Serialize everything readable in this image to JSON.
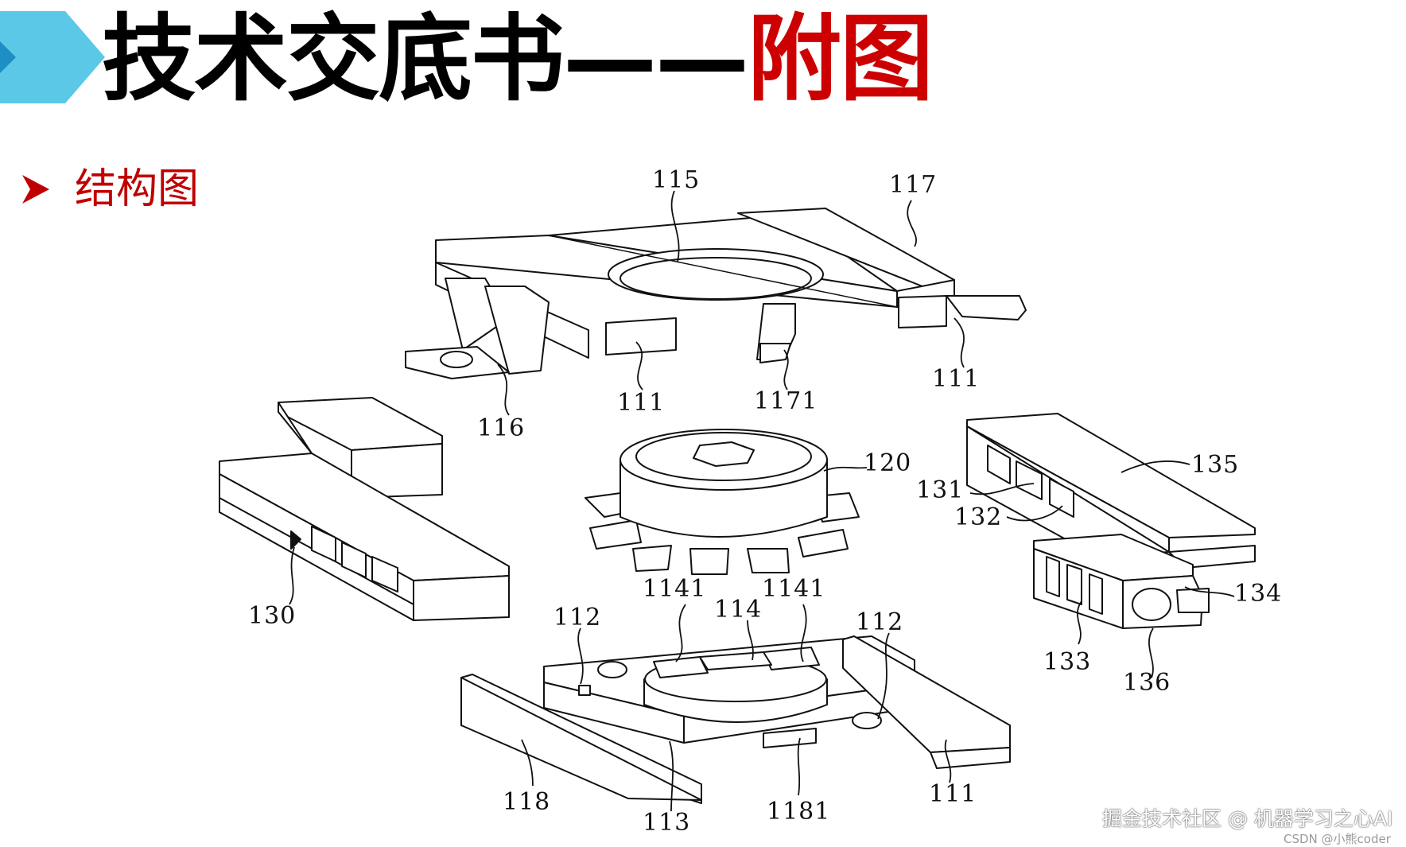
{
  "header": {
    "title_main": "技术交底书——",
    "title_accent": "附图"
  },
  "section": {
    "label": "结构图"
  },
  "labels": {
    "l115": "115",
    "l117": "117",
    "l111a": "111",
    "l1171": "1171",
    "l111b": "111",
    "l116": "116",
    "l120": "120",
    "l135": "135",
    "l131": "131",
    "l132": "132",
    "l134": "134",
    "l133": "133",
    "l136": "136",
    "l130": "130",
    "l1141a": "1141",
    "l1141b": "1141",
    "l114": "114",
    "l112a": "112",
    "l112b": "112",
    "l118": "118",
    "l113": "113",
    "l1181": "1181",
    "l111c": "111"
  },
  "watermark": {
    "main": "掘金技术社区 @ 机器学习之心AI",
    "sub": "CSDN @小熊coder"
  },
  "colors": {
    "chevron_light": "#5bc8e8",
    "chevron_dark": "#1e8fc4",
    "accent_red": "#cc0000"
  }
}
